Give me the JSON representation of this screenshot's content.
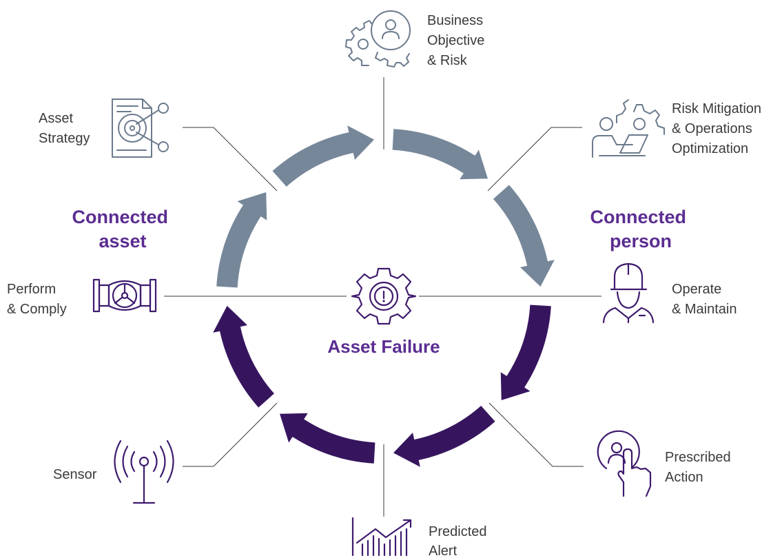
{
  "center": {
    "label": "Asset Failure",
    "icon": "gear-alert-icon"
  },
  "sides": {
    "left": [
      "Connected",
      "asset"
    ],
    "right": [
      "Connected",
      "person"
    ]
  },
  "nodes": [
    {
      "id": "business-objective",
      "lines": [
        "Business",
        "Objective",
        "& Risk"
      ],
      "icon": "gear-person-icon"
    },
    {
      "id": "risk-mitigation",
      "lines": [
        "Risk Mitigation",
        "& Operations",
        "Optimization"
      ],
      "icon": "person-laptop-gear-icon"
    },
    {
      "id": "operate-maintain",
      "lines": [
        "Operate",
        "& Maintain"
      ],
      "icon": "worker-hardhat-icon"
    },
    {
      "id": "prescribed-action",
      "lines": [
        "Prescribed",
        "Action"
      ],
      "icon": "hand-pointer-person-icon"
    },
    {
      "id": "predicted-alert",
      "lines": [
        "Predicted",
        "Alert"
      ],
      "icon": "chart-trend-icon"
    },
    {
      "id": "sensor",
      "lines": [
        "Sensor"
      ],
      "icon": "antenna-signal-icon"
    },
    {
      "id": "perform-comply",
      "lines": [
        "Perform",
        "& Comply"
      ],
      "icon": "valve-icon"
    },
    {
      "id": "asset-strategy",
      "lines": [
        "Asset",
        "Strategy"
      ],
      "icon": "document-target-icon"
    }
  ],
  "colors": {
    "upper_ring": "#76879a",
    "lower_ring": "#37155e",
    "accent_text": "#5b2d91",
    "label_text": "#3b3b3b"
  }
}
